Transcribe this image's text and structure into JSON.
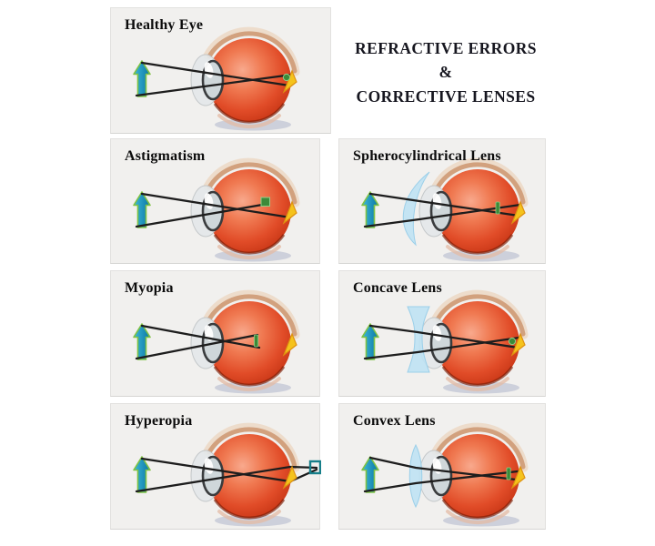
{
  "header": {
    "line1": "REFRACTIVE ERRORS",
    "line2": "&",
    "line3": "CORRECTIVE LENSES"
  },
  "panels": [
    {
      "label": "Healthy Eye",
      "type": "healthy"
    },
    {
      "label": "Astigmatism",
      "type": "astigmatism"
    },
    {
      "label": "Spherocylindrical Lens",
      "type": "sphero"
    },
    {
      "label": "Myopia",
      "type": "myopia"
    },
    {
      "label": "Concave Lens",
      "type": "concave"
    },
    {
      "label": "Hyperopia",
      "type": "hyperopia"
    },
    {
      "label": "Convex Lens",
      "type": "convex"
    }
  ],
  "colors": {
    "page_bg": "#ffffff",
    "panel_bg": "#f1f0ee",
    "panel_border": "#e2e1df",
    "title_text": "#16161f",
    "label_text": "#0c0c0c",
    "ray": "#1d1d1d",
    "shadow": "#a9b0c8",
    "sclera_outer": "#ecd9c6",
    "sclera_inner": "#d2a17e",
    "sclera_bottom": "#e3bba4",
    "eye_rim": "#7c1d06",
    "eye_gradient": [
      "#f8a98d",
      "#f07a52",
      "#e14c28",
      "#c63414",
      "#9e2509"
    ],
    "cornea_dome": "#e4e8ea",
    "cornea_dome_edge": "#c0c4c6",
    "lens_body": "#cfd7da",
    "lens_outline": "#3a3c3e",
    "arrow_fill_start": "#3cb8d8",
    "arrow_fill_end": "#0b76a4",
    "arrow_outline": "#7fc243",
    "fovea_fill": "#f5c31c",
    "fovea_outline": "#de9110",
    "corrective_lens_fill": "#bfe2f3",
    "corrective_lens_edge": "#9bcfe9",
    "focal_marker_green": "#3c8a39",
    "focal_marker_green_edge": "#8ed089",
    "focal_marker_teal": "#177f8a"
  }
}
